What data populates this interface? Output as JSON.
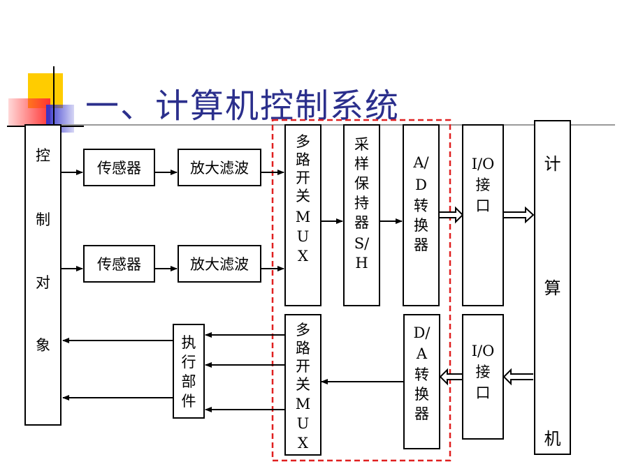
{
  "title": "一、计算机控制系统",
  "blocks": {
    "control_object": [
      "控",
      "制",
      "对",
      "象"
    ],
    "sensor1": "传感器",
    "amp1": "放大滤波",
    "sensor2": "传感器",
    "amp2": "放大滤波",
    "mux_in": [
      "多",
      "路",
      "开",
      "关",
      "M",
      "U",
      "X"
    ],
    "sample_hold": [
      "采",
      "样",
      "保",
      "持",
      "器",
      "S/",
      "H"
    ],
    "ad": [
      "A/",
      "D",
      "转",
      "换",
      "器"
    ],
    "io_in": [
      "I/O",
      "接",
      "口"
    ],
    "computer": [
      "计",
      "算",
      "机"
    ],
    "actuator": [
      "执",
      "行",
      "部",
      "件"
    ],
    "mux_out": [
      "多",
      "路",
      "开",
      "关",
      "M",
      "U",
      "X"
    ],
    "da": [
      "D/",
      "A",
      "转",
      "换",
      "器"
    ],
    "io_out": [
      "I/O",
      "接",
      "口"
    ]
  },
  "colors": {
    "title": "#2b2f8c",
    "dashed_boundary": "#e02020",
    "deco_yellow": "#ffcc00",
    "deco_red": "#ff3333",
    "deco_blue": "#3333cc"
  }
}
